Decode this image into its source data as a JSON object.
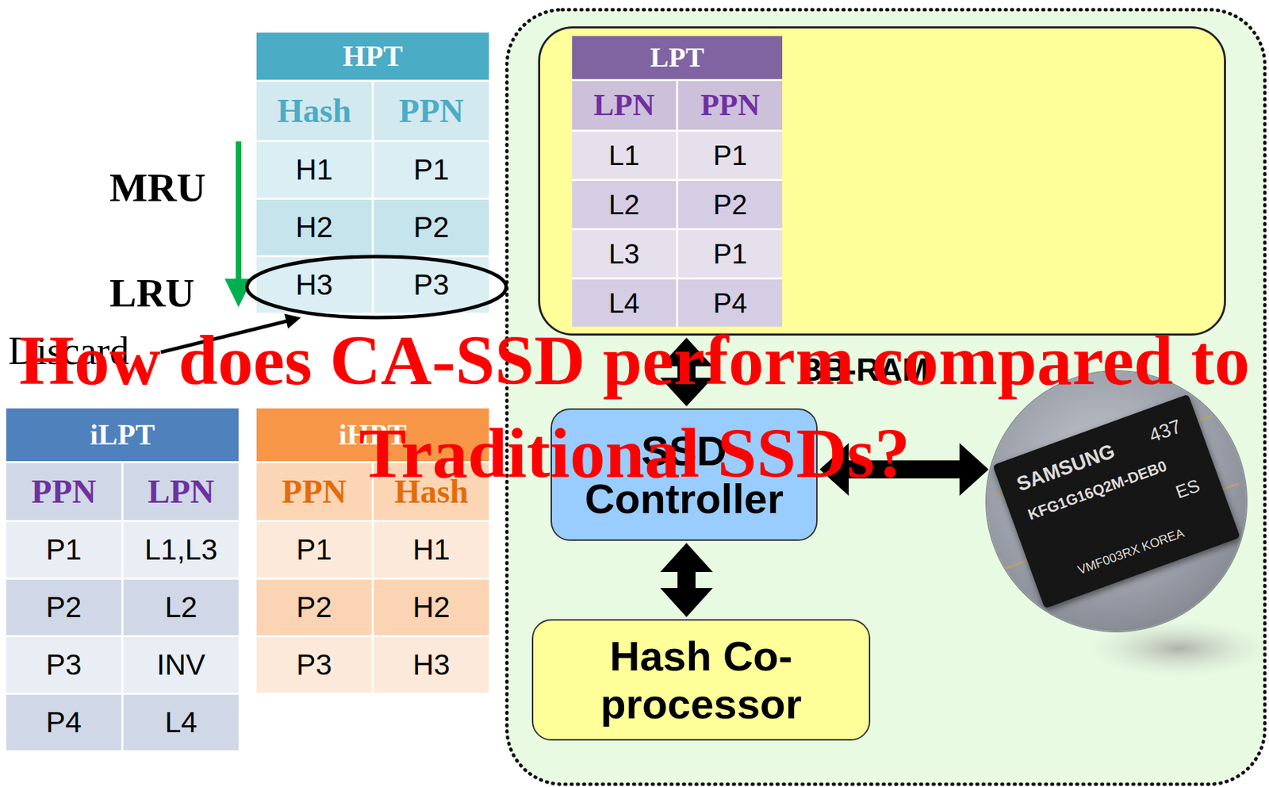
{
  "diagram": {
    "title": "How does CA-SSD perform compared to Traditional SSDs?",
    "nodes": [
      {
        "text": [
          "HPT",
          "Hash",
          "PPN",
          "H1",
          "P1",
          "H2",
          "P2",
          "H3",
          "P3"
        ]
      },
      {
        "text": [
          "BB-RAM"
        ]
      },
      {
        "text": [
          "LPT",
          "LPN",
          "PPN",
          "L1",
          "P1",
          "L2",
          "P2",
          "L3",
          "P1",
          "L4",
          "P4"
        ],
        "in": 1
      },
      {
        "text": [
          "iLPT",
          "PPN",
          "LPN",
          "P1",
          "L1,L3",
          "P2",
          "L2",
          "P3",
          "INV",
          "P4",
          "L4"
        ]
      },
      {
        "text": [
          "iHPT",
          "PPN",
          "Hash",
          "P1",
          "H1",
          "P2",
          "H2",
          "P3",
          "H3"
        ]
      },
      {
        "text": [
          "SSD Controller"
        ]
      },
      {
        "text": [
          "Hash Co-processor"
        ]
      },
      {
        "text": [
          "SAMSUNG",
          "437",
          "KFG1G16Q2M-DEB0",
          "ES",
          "VMF003RX KOREA"
        ]
      }
    ],
    "edges": [
      {
        "from": 1,
        "to": 5,
        "arrow": "both"
      },
      {
        "from": 5,
        "to": 7,
        "arrow": "both"
      },
      {
        "from": 5,
        "to": 6,
        "arrow": "both"
      }
    ],
    "labels": [
      "MRU",
      "LRU",
      "Discard"
    ]
  }
}
